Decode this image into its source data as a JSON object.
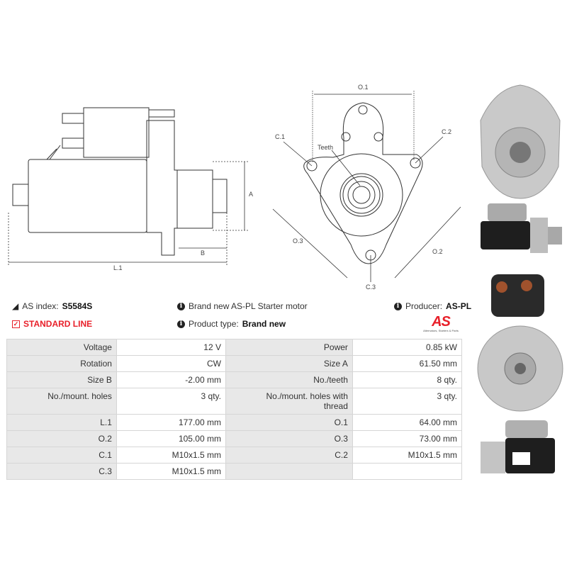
{
  "info": {
    "as_index_label": "AS index:",
    "as_index_value": "S5584S",
    "line_label": "STANDARD LINE",
    "description": "Brand new AS-PL Starter motor",
    "product_type_label": "Product type:",
    "product_type_value": "Brand new",
    "producer_label": "Producer:",
    "producer_value": "AS-PL",
    "logo_text": "AS",
    "logo_tagline": "Alternators, Starters & Parts"
  },
  "drawing": {
    "side": {
      "l1": "L.1",
      "a": "A",
      "b": "B"
    },
    "front": {
      "o1": "O.1",
      "o2": "O.2",
      "o3": "O.3",
      "c1": "C.1",
      "c2": "C.2",
      "c3": "C.3",
      "teeth": "Teeth"
    }
  },
  "specs": [
    {
      "k1": "Voltage",
      "v1": "12 V",
      "k2": "Power",
      "v2": "0.85 kW"
    },
    {
      "k1": "Rotation",
      "v1": "CW",
      "k2": "Size A",
      "v2": "61.50 mm"
    },
    {
      "k1": "Size B",
      "v1": "-2.00 mm",
      "k2": "No./teeth",
      "v2": "8 qty."
    },
    {
      "k1": "No./mount. holes",
      "v1": "3 qty.",
      "k2": "No./mount. holes with thread",
      "v2": "3 qty."
    },
    {
      "k1": "L.1",
      "v1": "177.00 mm",
      "k2": "O.1",
      "v2": "64.00 mm"
    },
    {
      "k1": "O.2",
      "v1": "105.00 mm",
      "k2": "O.3",
      "v2": "73.00 mm"
    },
    {
      "k1": "C.1",
      "v1": "M10x1.5 mm",
      "k2": "C.2",
      "v2": "M10x1.5 mm"
    },
    {
      "k1": "C.3",
      "v1": "M10x1.5 mm",
      "k2": "",
      "v2": ""
    }
  ],
  "colors": {
    "accent": "#e8202a",
    "key_cell": "#e8e8e8",
    "border": "#d6d6d6"
  }
}
